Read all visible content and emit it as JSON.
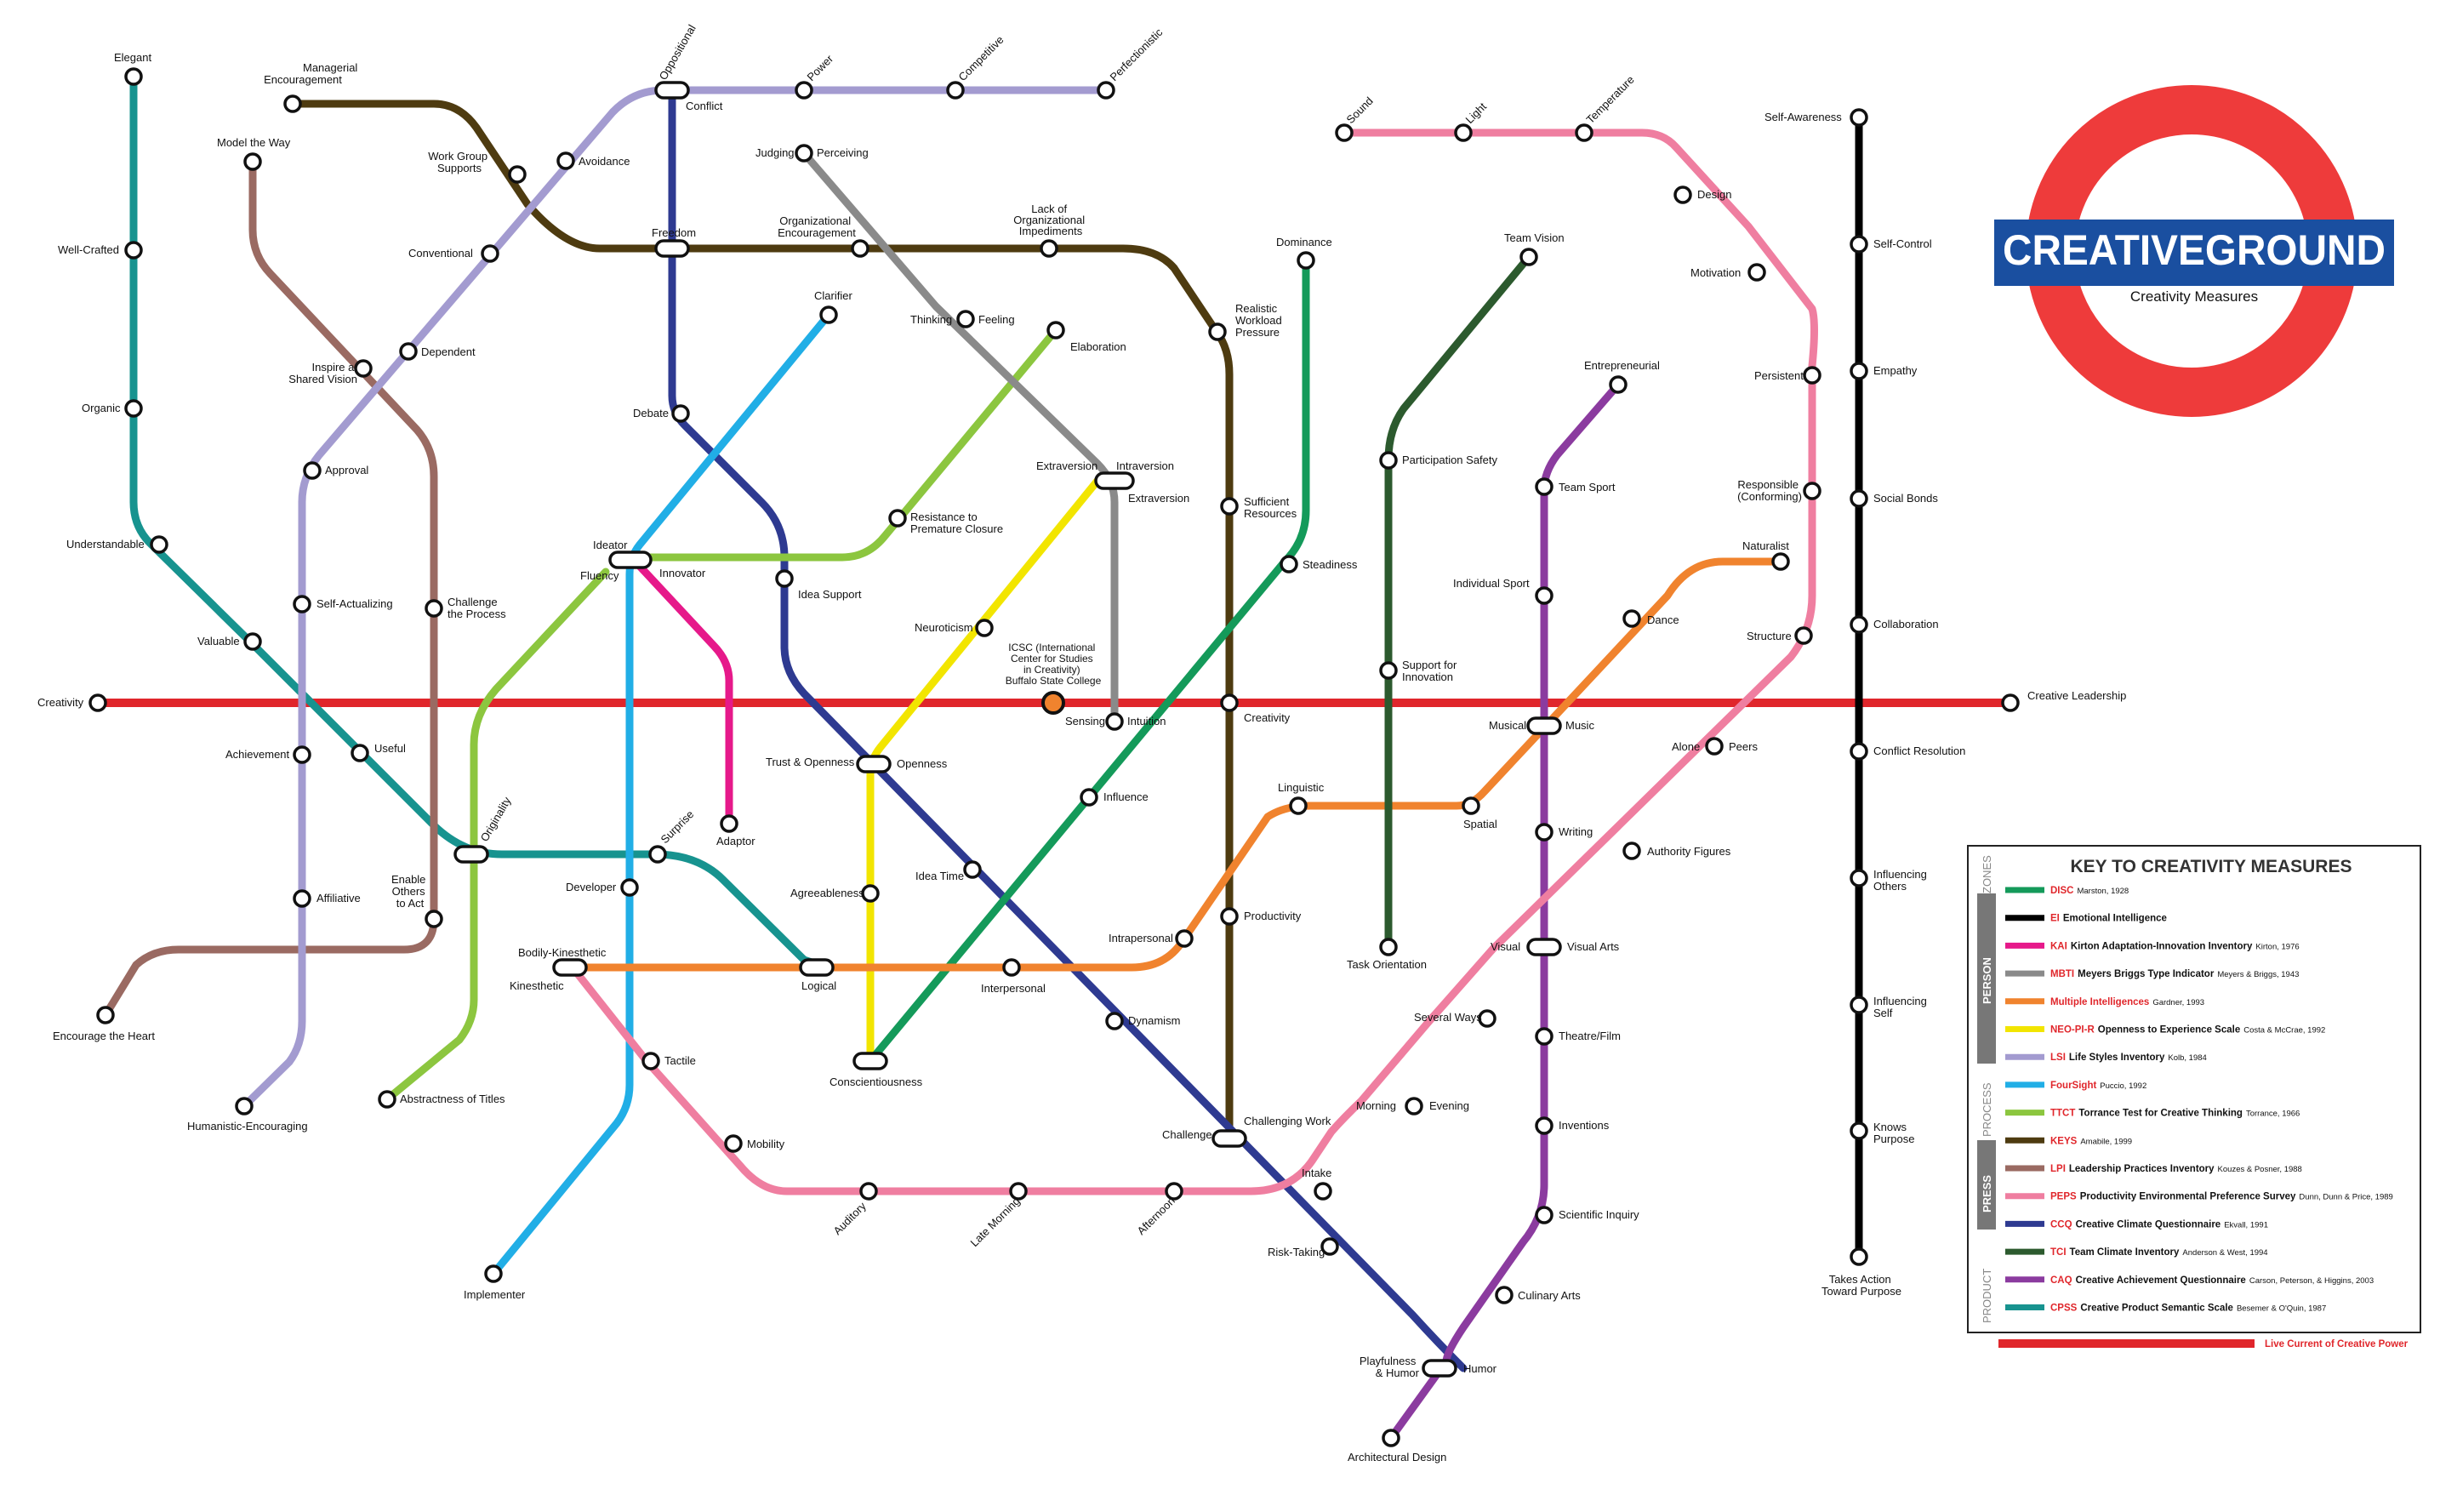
{
  "brand": {
    "name": "CREATIVEGROUND",
    "subtitle": "Creativity Measures",
    "ring_color": "#ee3b3b",
    "bar_color": "#1a4fa0"
  },
  "key": {
    "title": "KEY TO CREATIVITY MEASURES",
    "zones_label": "ZONES",
    "zones": [
      "PERSON",
      "PROCESS",
      "PRESS",
      "PRODUCT"
    ],
    "items": [
      {
        "code": "DISC",
        "name": "",
        "cite": "Marston, 1928",
        "color": "#149a5a"
      },
      {
        "code": "EI",
        "name": "Emotional Intelligence",
        "cite": "",
        "color": "#000000"
      },
      {
        "code": "KAI",
        "name": "Kirton Adaptation-Innovation Inventory",
        "cite": "Kirton, 1976",
        "color": "#e6198a"
      },
      {
        "code": "MBTI",
        "name": "Meyers Briggs Type Indicator",
        "cite": "Meyers & Briggs, 1943",
        "color": "#8a8a8a"
      },
      {
        "code": "Multiple Intelligences",
        "name": "",
        "cite": "Gardner, 1993",
        "color": "#f0832e"
      },
      {
        "code": "NEO-PI-R",
        "name": "Openness to Experience Scale",
        "cite": "Costa & McCrae, 1992",
        "color": "#f2e500"
      },
      {
        "code": "LSI",
        "name": "Life Styles Inventory",
        "cite": "Kolb, 1984",
        "color": "#a39bd0"
      },
      {
        "code": "FourSight",
        "name": "",
        "cite": "Puccio, 1992",
        "color": "#21aee6"
      },
      {
        "code": "TTCT",
        "name": "Torrance Test for Creative Thinking",
        "cite": "Torrance, 1966",
        "color": "#8cc63f"
      },
      {
        "code": "KEYS",
        "name": "",
        "cite": "Amabile, 1999",
        "color": "#4e3b10"
      },
      {
        "code": "LPI",
        "name": "Leadership Practices Inventory",
        "cite": "Kouzes & Posner, 1988",
        "color": "#9a6a62"
      },
      {
        "code": "PEPS",
        "name": "Productivity Environmental Preference Survey",
        "cite": "Dunn, Dunn & Price, 1989",
        "color": "#ef7ea0"
      },
      {
        "code": "CCQ",
        "name": "Creative Climate Questionnaire",
        "cite": "Ekvall, 1991",
        "color": "#2e3a91"
      },
      {
        "code": "TCI",
        "name": "Team Climate Inventory",
        "cite": "Anderson & West, 1994",
        "color": "#2c5a2e"
      },
      {
        "code": "CAQ",
        "name": "Creative Achievement Questionnaire",
        "cite": "Carson, Peterson, & Higgins, 2003",
        "color": "#8b3b9f"
      },
      {
        "code": "CPSS",
        "name": "Creative Product Semantic Scale",
        "cite": "Besemer & O'Quin, 1987",
        "color": "#17938f"
      }
    ],
    "live_current_label": "Live Current of Creative Power",
    "live_current_color": "#e0262b"
  },
  "stations": {
    "creativity_left": "Creativity",
    "creative_leadership": "Creative Leadership",
    "creativity_center": "Creativity",
    "icsc": [
      "ICSC (International",
      "Center for Studies",
      "in Creativity)",
      "Buffalo State College"
    ],
    "elegant": "Elegant",
    "well_crafted": "Well-Crafted",
    "organic": "Organic",
    "understandable": "Understandable",
    "valuable": "Valuable",
    "useful": "Useful",
    "originality": "Originality",
    "surprise": "Surprise",
    "logical": "Logical",
    "managerial_encouragement": [
      "Managerial",
      "Encouragement"
    ],
    "work_group_supports": [
      "Work Group",
      "Supports"
    ],
    "freedom": "Freedom",
    "organizational_encouragement": [
      "Organizational",
      "Encouragement"
    ],
    "lack_org_impediments": [
      "Lack of",
      "Organizational",
      "Impediments"
    ],
    "realistic_workload": [
      "Realistic",
      "Workload",
      "Pressure"
    ],
    "sufficient_resources": [
      "Sufficient",
      "Resources"
    ],
    "productivity": "Productivity",
    "challenging_work": "Challenging Work",
    "model_the_way": "Model the Way",
    "inspire_shared_vision": [
      "Inspire a",
      "Shared Vision"
    ],
    "challenge_the_process": [
      "Challenge",
      "the Process"
    ],
    "enable_others": [
      "Enable",
      "Others",
      "to Act"
    ],
    "encourage_the_heart": "Encourage the Heart",
    "oppositional": "Oppositional",
    "power": "Power",
    "competitive": "Competitive",
    "perfectionistic": "Perfectionistic",
    "avoidance": "Avoidance",
    "conventional": "Conventional",
    "dependent": "Dependent",
    "approval": "Approval",
    "self_actualizing": "Self-Actualizing",
    "achievement": "Achievement",
    "affiliative": "Affiliative",
    "humanistic_encouraging": "Humanistic-Encouraging",
    "conflict": "Conflict",
    "debate": "Debate",
    "idea_support": "Idea Support",
    "idea_time": "Idea Time",
    "dynamism": "Dynamism",
    "risk_taking": "Risk-Taking",
    "playfulness_humor": [
      "Playfulness",
      "& Humor"
    ],
    "challenge": "Challenge",
    "clarifier": "Clarifier",
    "ideator": "Ideator",
    "developer": "Developer",
    "implementer": "Implementer",
    "fluency": "Fluency",
    "innovator": "Innovator",
    "adaptor": "Adaptor",
    "elaboration": "Elaboration",
    "resistance_to_closure": [
      "Resistance to",
      "Premature Closure"
    ],
    "abstractness_of_titles": "Abstractness of Titles",
    "judging": "Judging",
    "perceiving": "Perceiving",
    "thinking": "Thinking",
    "feeling": "Feeling",
    "extraversion_l": "Extraversion",
    "intraversion": "Intraversion",
    "extraversion_r": "Extraversion",
    "sensing": "Sensing",
    "intuition": "Intuition",
    "neuroticism": "Neuroticism",
    "trust_openness": "Trust & Openness",
    "openness": "Openness",
    "agreeableness": "Agreeableness",
    "conscientiousness": "Conscientiousness",
    "dominance": "Dominance",
    "steadiness": "Steadiness",
    "influence": "Influence",
    "bodily_kinesthetic": "Bodily-Kinesthetic",
    "kinesthetic": "Kinesthetic",
    "interpersonal": "Interpersonal",
    "intrapersonal": "Intrapersonal",
    "linguistic": "Linguistic",
    "spatial": "Spatial",
    "dance": "Dance",
    "naturalist": "Naturalist",
    "musical": "Musical",
    "music": "Music",
    "team_vision": "Team Vision",
    "participation_safety": "Participation Safety",
    "support_for_innovation": [
      "Support for",
      "Innovation"
    ],
    "task_orientation": "Task Orientation",
    "entrepreneurial": "Entrepreneurial",
    "team_sport": "Team Sport",
    "individual_sport": "Individual Sport",
    "writing": "Writing",
    "visual": "Visual",
    "visual_arts": "Visual Arts",
    "theatre_film": "Theatre/Film",
    "inventions": "Inventions",
    "scientific_inquiry": "Scientific Inquiry",
    "culinary_arts": "Culinary Arts",
    "humor": "Humor",
    "architectural_design": "Architectural Design",
    "sound": "Sound",
    "light": "Light",
    "temperature": "Temperature",
    "design": "Design",
    "motivation": "Motivation",
    "persistent": "Persistent",
    "responsible": [
      "Responsible",
      "(Conforming)"
    ],
    "structure": "Structure",
    "alone": "Alone",
    "peers": "Peers",
    "authority_figures": "Authority Figures",
    "several_ways": "Several Ways",
    "morning": "Morning",
    "evening": "Evening",
    "intake": "Intake",
    "afternoon": "Afternoon",
    "late_morning": "Late Morning",
    "auditory": "Auditory",
    "mobility": "Mobility",
    "tactile": "Tactile",
    "self_awareness": "Self-Awareness",
    "self_control": "Self-Control",
    "empathy": "Empathy",
    "social_bonds": "Social Bonds",
    "collaboration": "Collaboration",
    "conflict_resolution": "Conflict Resolution",
    "influencing_others": [
      "Influencing",
      "Others"
    ],
    "influencing_self": [
      "Influencing",
      "Self"
    ],
    "knows_purpose": [
      "Knows",
      "Purpose"
    ],
    "takes_action": [
      "Takes Action",
      "Toward Purpose"
    ]
  }
}
